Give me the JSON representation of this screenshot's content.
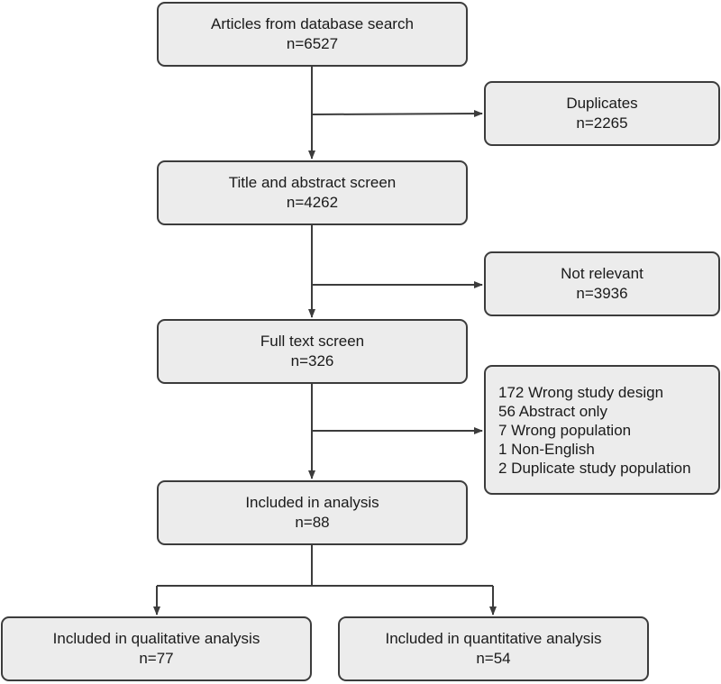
{
  "boxes": {
    "search": {
      "label": "Articles from database search",
      "count": "n=6527"
    },
    "duplicates": {
      "label": "Duplicates",
      "count": "n=2265"
    },
    "title_abstract": {
      "label": "Title and abstract screen",
      "count": "n=4262"
    },
    "not_relevant": {
      "label": "Not relevant",
      "count": "n=3936"
    },
    "full_text": {
      "label": "Full text screen",
      "count": "n=326"
    },
    "exclusions": {
      "items": [
        "172 Wrong study design",
        "56 Abstract only",
        "7 Wrong population",
        "1 Non-English",
        "2 Duplicate study population"
      ]
    },
    "included": {
      "label": "Included in analysis",
      "count": "n=88"
    },
    "qualitative": {
      "label": "Included in qualitative analysis",
      "count": "n=77"
    },
    "quantitative": {
      "label": "Included in quantitative analysis",
      "count": "n=54"
    }
  },
  "colors": {
    "box_fill": "#ececec",
    "box_border": "#3c3c3c",
    "line": "#3c3c3c"
  }
}
